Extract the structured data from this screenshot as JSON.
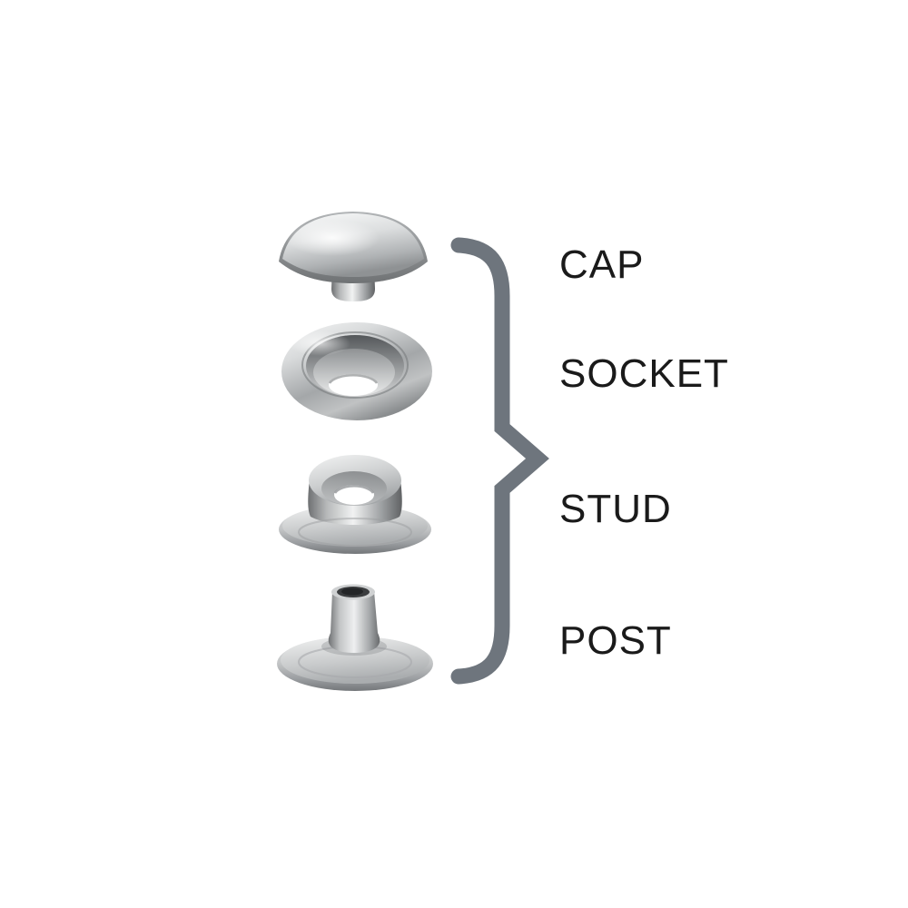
{
  "figure": {
    "background_color": "#ffffff",
    "parts": [
      {
        "id": "cap",
        "label": "CAP"
      },
      {
        "id": "socket",
        "label": "SOCKET"
      },
      {
        "id": "stud",
        "label": "STUD"
      },
      {
        "id": "post",
        "label": "POST"
      }
    ],
    "brace": {
      "symbol": "right-curly-brace",
      "color": "#6e757d"
    },
    "label_color": "#1a1a1a",
    "metal_palette": {
      "highlight": "#f8f9f9",
      "light": "#d9dbdc",
      "mid": "#aaadaf",
      "dark": "#84878a",
      "hole_interior": "#2c2e30"
    }
  }
}
